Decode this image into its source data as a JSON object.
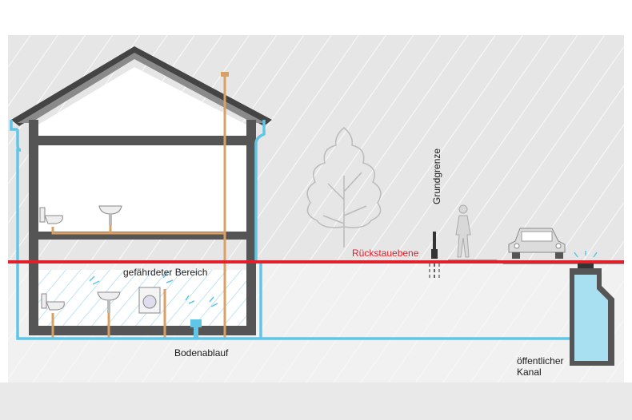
{
  "labels": {
    "danger_zone": "gefährdeter Bereich",
    "backflow_level": "Rückstauebene",
    "property_line": "Grundgrenze",
    "floor_drain": "Bodenablauf",
    "public_sewer_line1": "öffentlicher",
    "public_sewer_line2": "Kanal"
  },
  "colors": {
    "backflow_level": "#e0202a",
    "rainwater_pipe": "#5fc6e8",
    "wastewater_pipe": "#d9a066",
    "building_wall": "#555555",
    "sky": "#e6e6e6",
    "ground": "#f0f0f0"
  },
  "icons": [
    "house-section",
    "tree",
    "person",
    "car",
    "toilet",
    "washbasin",
    "washing-machine",
    "floor-drain",
    "sewer-shaft"
  ]
}
